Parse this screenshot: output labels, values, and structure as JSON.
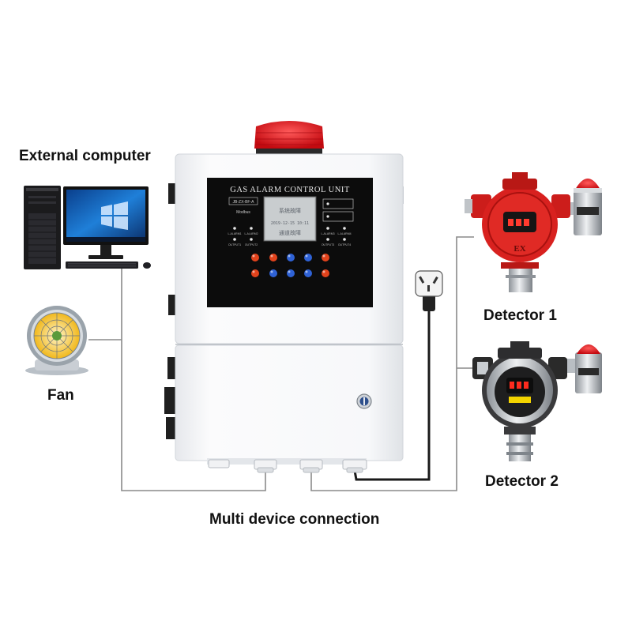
{
  "labels": {
    "external_computer": "External computer",
    "fan": "Fan",
    "detector1": "Detector 1",
    "detector2": "Detector 2",
    "multi_device": "Multi device connection"
  },
  "control_unit": {
    "title": "GAS ALARM CONTROL UNIT",
    "model": "JB-ZX-BF-A",
    "comm": "Modbus",
    "lcd_line1": "系统故障",
    "lcd_line2": "2019-12-15  10:11",
    "lcd_line3": "通道故障",
    "left_leds": [
      "L-ALARM1",
      "L-ALARM2",
      "OUTPUT1",
      "OUTPUT2"
    ],
    "right_leds": [
      "L-ALARM3",
      "L-ALARM4",
      "OUTPUT3",
      "OUTPUT4"
    ]
  },
  "detector1": {
    "marking": "EX"
  },
  "colors": {
    "wire": "#8a8a8a",
    "power_cord": "#1a1a1a",
    "beacon_red": "#e0141b",
    "detector_red": "#d8211f",
    "panel_black": "#0c0c0c",
    "cabinet_white": "#f4f5f7"
  }
}
